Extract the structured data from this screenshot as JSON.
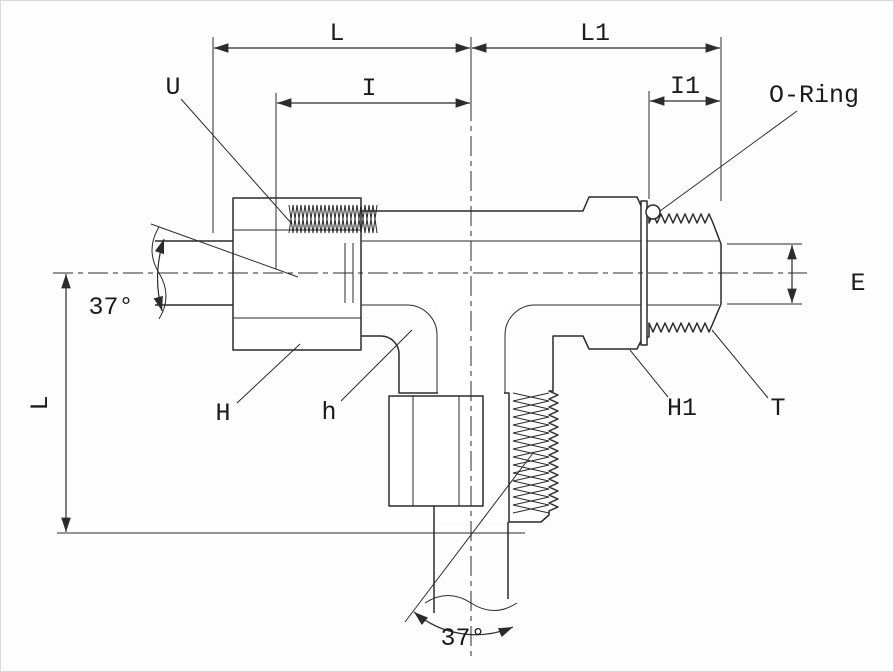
{
  "diagram": {
    "kind": "tee-fitting-dimensional-drawing",
    "labels": {
      "dim_l_top": "L",
      "dim_l1": "L1",
      "dim_u": "U",
      "dim_i": "I",
      "dim_i1": "I1",
      "oring": "O-Ring",
      "angle_left": "37°",
      "dim_e": "E",
      "dim_l_left": "L",
      "dim_h": "H",
      "dim_h_small": "h",
      "dim_h1": "H1",
      "dim_t": "T",
      "angle_bottom": "37°"
    },
    "colors": {
      "line": "#2b2b2b",
      "shade": "#e8e8e8",
      "background": "#fdfdfd"
    }
  }
}
